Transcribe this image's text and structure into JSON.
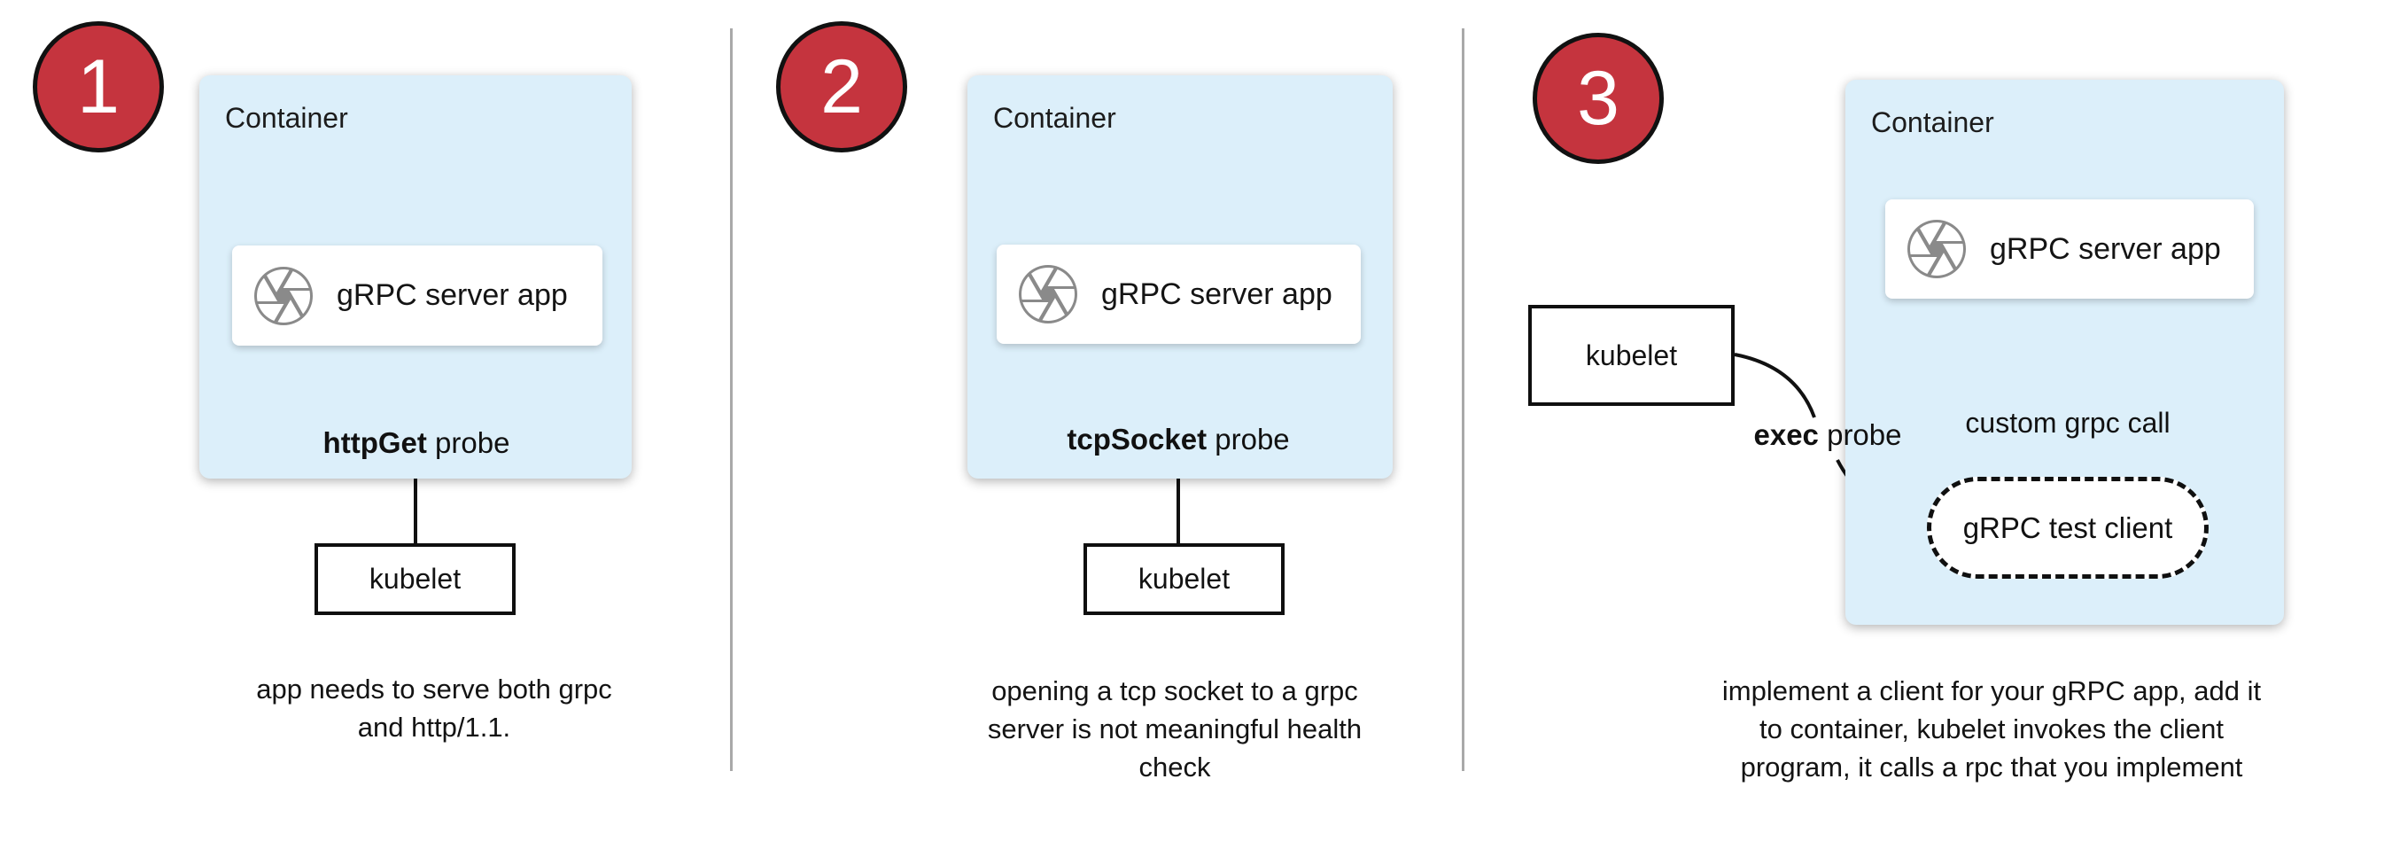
{
  "colors": {
    "accent_red": "#c5343e",
    "container_fill": "#dceffa",
    "icon_gray": "#8a8a8a",
    "divider_gray": "#a9a9a9",
    "line_black": "#111111",
    "box_white": "#ffffff"
  },
  "icons": {
    "app_icon": "aperture-icon"
  },
  "panels": [
    {
      "number": "1",
      "container_label": "Container",
      "app_label": "gRPC server app",
      "probe_bold": "httpGet",
      "probe_rest": "probe",
      "kubelet_label": "kubelet",
      "caption": "app needs to serve both grpc\nand http/1.1."
    },
    {
      "number": "2",
      "container_label": "Container",
      "app_label": "gRPC server app",
      "probe_bold": "tcpSocket",
      "probe_rest": "probe",
      "kubelet_label": "kubelet",
      "caption": "opening a tcp socket to a grpc\nserver is not meaningful health\ncheck"
    },
    {
      "number": "3",
      "container_label": "Container",
      "app_label": "gRPC server app",
      "probe_bold": "exec",
      "probe_rest": "probe",
      "kubelet_label": "kubelet",
      "custom_call_label": "custom grpc call",
      "test_client_label": "gRPC test client",
      "caption": "implement a client for your gRPC app, add it\nto container, kubelet invokes the client\nprogram, it calls a rpc that you implement"
    }
  ]
}
